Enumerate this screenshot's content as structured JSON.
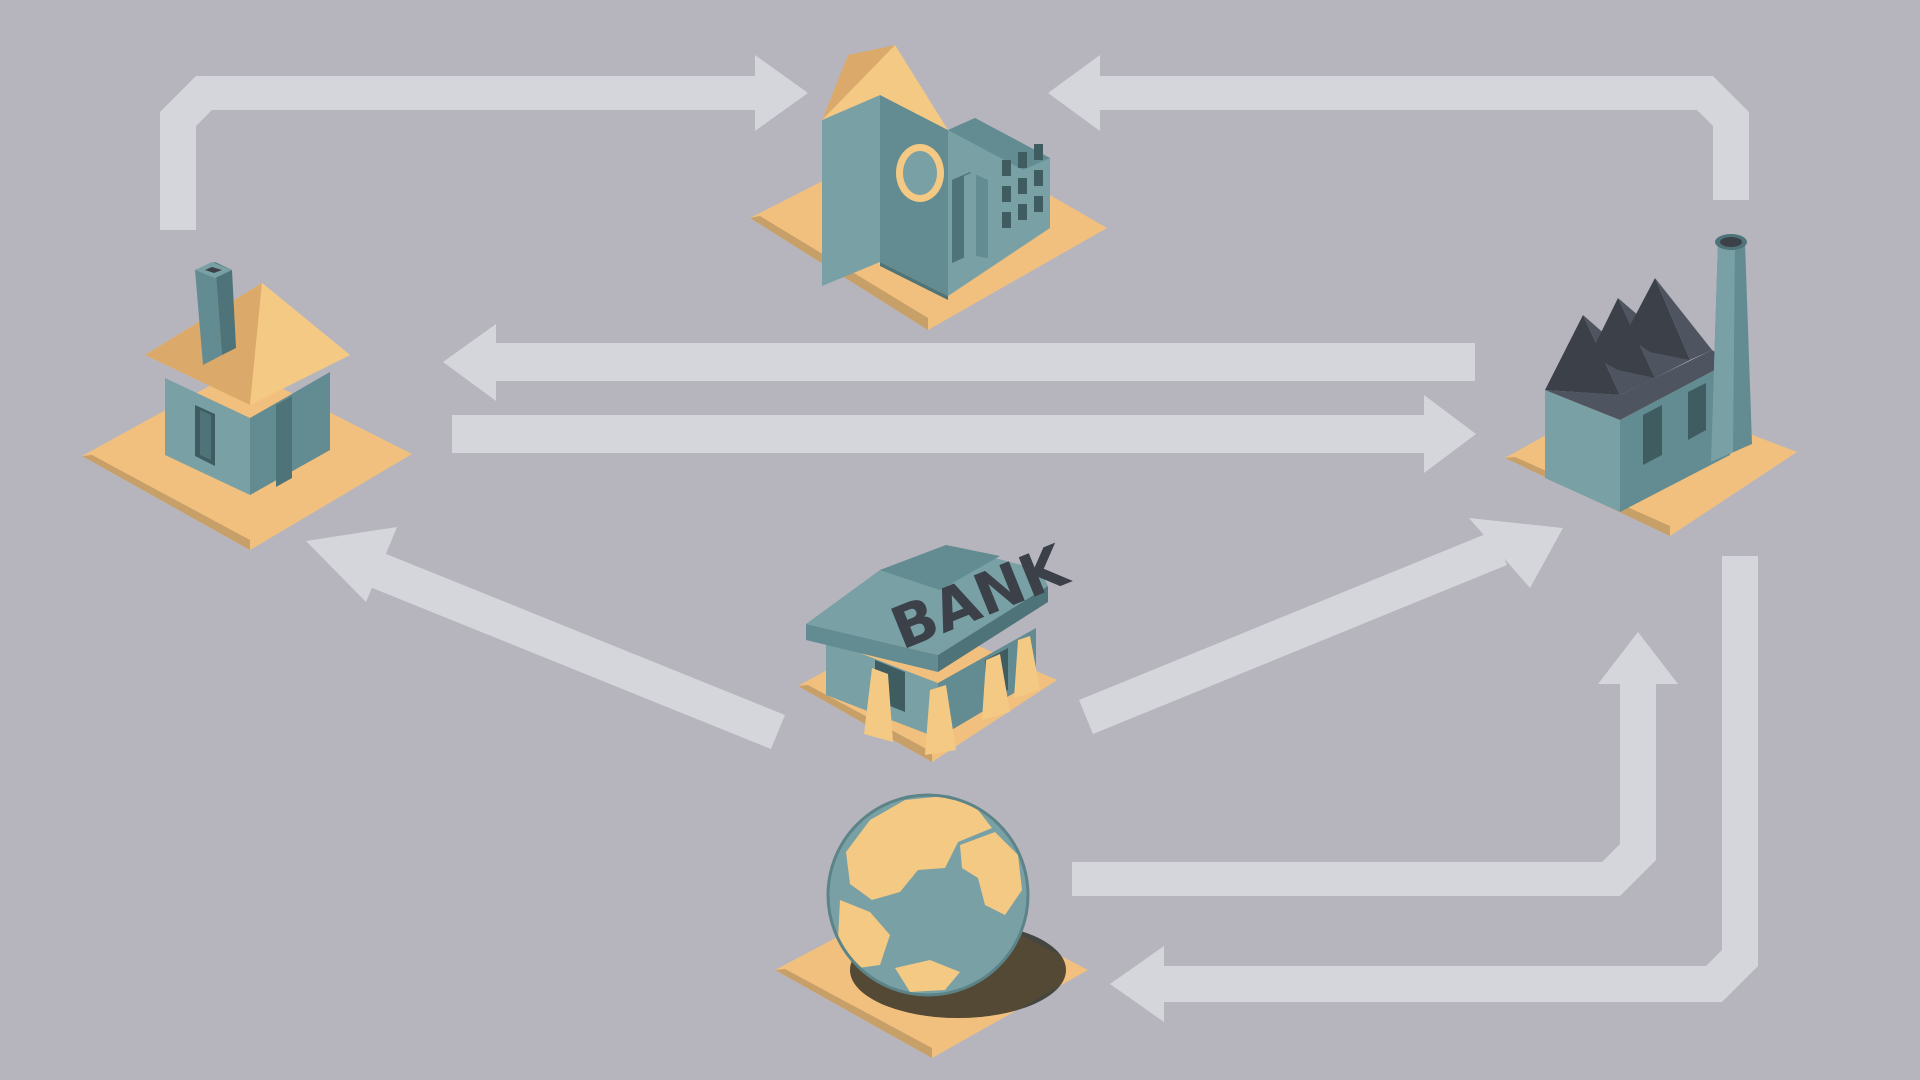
{
  "diagram": {
    "nodes": [
      {
        "id": "government",
        "icon": "government-building-icon"
      },
      {
        "id": "households",
        "icon": "house-icon"
      },
      {
        "id": "firms",
        "icon": "factory-icon"
      },
      {
        "id": "bank",
        "icon": "bank-icon",
        "sign_text": "BANK"
      },
      {
        "id": "foreign-sector",
        "icon": "globe-icon"
      }
    ],
    "edges": [
      {
        "from": "households",
        "to": "government"
      },
      {
        "from": "firms",
        "to": "government"
      },
      {
        "from": "firms",
        "to": "households"
      },
      {
        "from": "households",
        "to": "firms"
      },
      {
        "from": "bank",
        "to": "households"
      },
      {
        "from": "bank",
        "to": "firms"
      },
      {
        "from": "foreign-sector",
        "to": "firms"
      },
      {
        "from": "firms",
        "to": "foreign-sector"
      }
    ],
    "colors": {
      "background": "#b6b5bd",
      "arrow": "#d5d5dc",
      "building": "#628c91",
      "accent": "#f4c984",
      "roof_dark": "#4f5560"
    }
  }
}
